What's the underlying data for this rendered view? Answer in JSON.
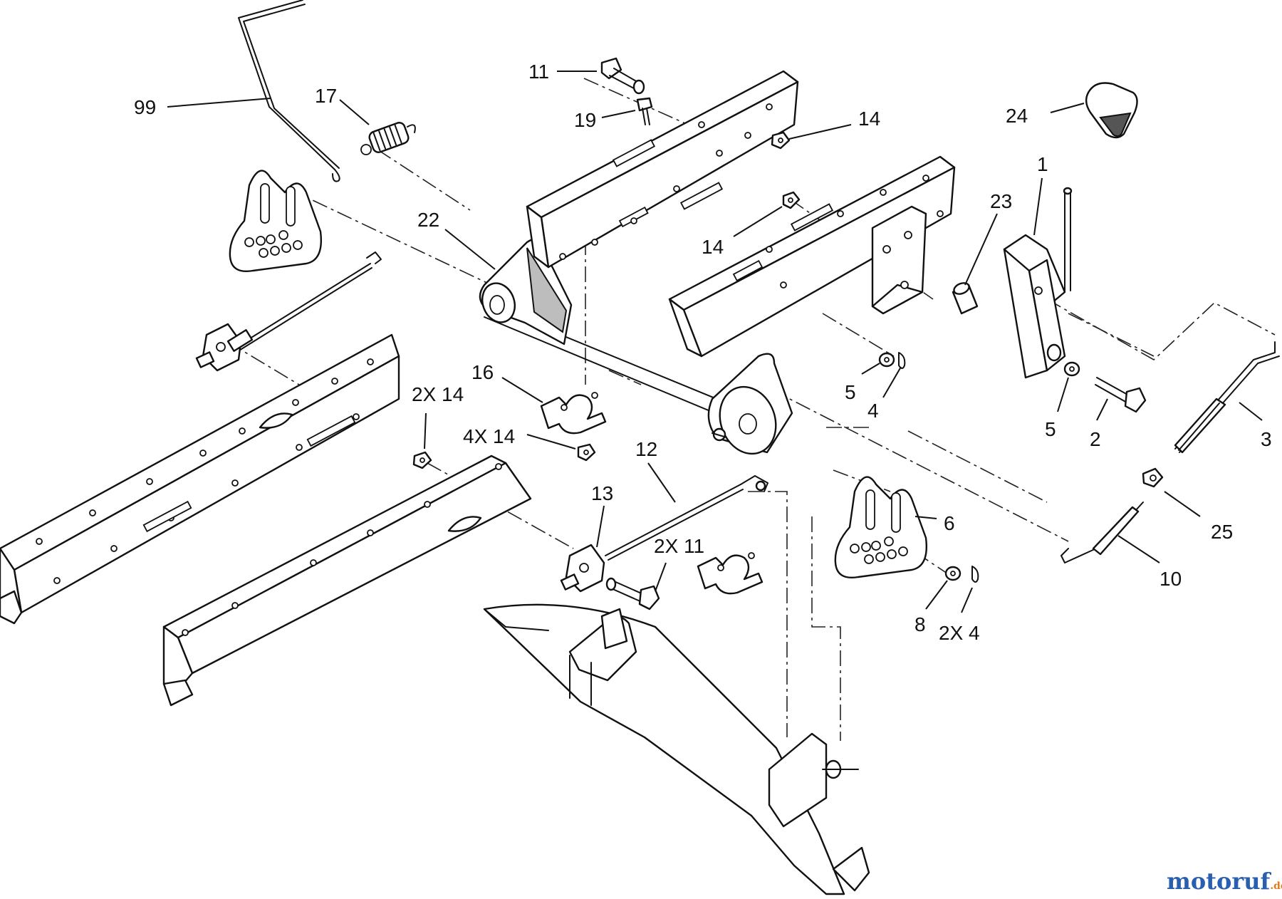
{
  "callouts": {
    "c99": "99",
    "c17": "17",
    "c11a": "11",
    "c19": "19",
    "c14a": "14",
    "c24": "24",
    "c1": "1",
    "c23": "23",
    "c22": "22",
    "c14b": "14",
    "c16": "16",
    "c2x14": "2X 14",
    "c4x14": "4X 14",
    "c12": "12",
    "c13": "13",
    "c2x11": "2X 11",
    "c5a": "5",
    "c4a": "4",
    "c5b": "5",
    "c2": "2",
    "c3": "3",
    "c6": "6",
    "c25": "25",
    "c10": "10",
    "c8": "8",
    "c2x4": "2X 4"
  },
  "watermark": {
    "brand": "motoruf",
    "suffix": ".de",
    "color_a": "#2a5fb0",
    "color_b": "#e07b1c"
  }
}
